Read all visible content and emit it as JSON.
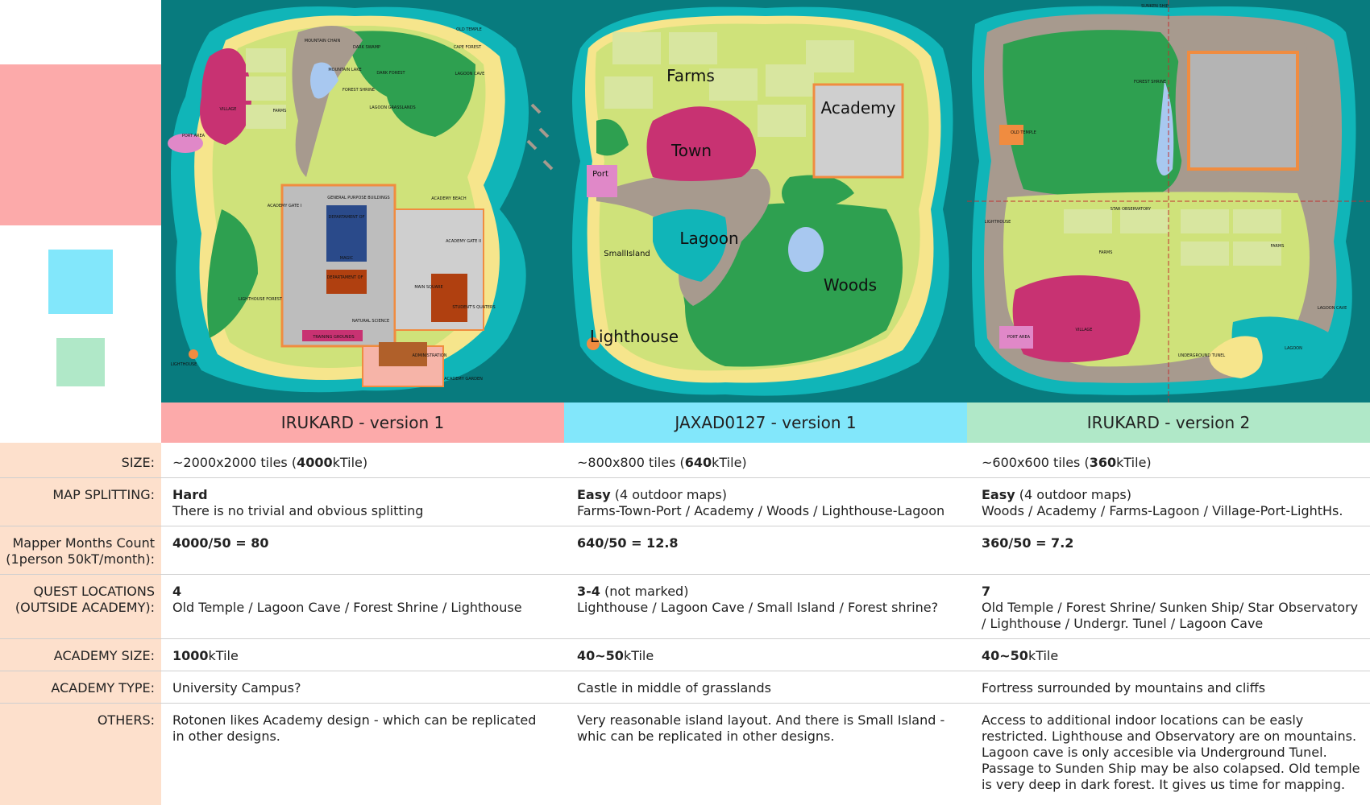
{
  "maps": {
    "map1": {
      "labels": {
        "mountain_chain": "MOUNTAIN CHAIN",
        "dark_swamp": "DARK SWAMP",
        "old_temple": "OLD TEMPLE",
        "cape_forest": "CAPE FOREST",
        "mountain_lake": "MOUNTAIN LAKE",
        "dark_forest": "DARK FOREST",
        "lagoon_cave": "LAGOON CAVE",
        "forest_shrine": "FOREST SHRINE",
        "village": "VILLAGE",
        "farms": "FARMS",
        "lagoon_grasslands": "LAGOON GRASSLANDS",
        "port_area": "PORT AREA",
        "general_purpose_buildings": "GENERAL PURPOSE BUILDINGS",
        "academy_beach": "ACADEMY BEACH",
        "academy_gate_i": "ACADEMY GATE I",
        "department_of_magic_top": "DEPARTAMENT OF",
        "academy_gate_ii": "ACADEMY GATE II",
        "magic": "MAGIC",
        "department_of": "DEPARTAMENT OF",
        "main_square": "MAIN SQUARE",
        "lighthouse_forest": "LIGHTHOUSE FOREST",
        "students_quaters": "STUDENT'S QUATERS",
        "natural_science": "NATURAL SCIENCE",
        "training_grounds": "TRAINING GROUNDS",
        "administration": "ADMINISTRATION",
        "lighthouse": "LIGHTHOUSE",
        "academy_garden": "ACADEMY GARDEN"
      }
    },
    "map2": {
      "labels": {
        "farms": "Farms",
        "academy": "Academy",
        "town": "Town",
        "port": "Port",
        "lagoon": "Lagoon",
        "small_island": "SmallIsland",
        "woods": "Woods",
        "lighthouse": "Lighthouse"
      }
    },
    "map3": {
      "labels": {
        "sunken_ship": "SUNKEN SHIP",
        "forest_shrine": "FOREST SHRINE",
        "old_temple": "OLD TEMPLE",
        "star_observatory": "STAR OBSERVATORY",
        "lighthouse": "LIGHTHOUSE",
        "farms_a": "FARMS",
        "farms_b": "FARMS",
        "village": "VILLAGE",
        "port_area": "PORT AREA",
        "lagoon_cave": "LAGOON CAVE",
        "underground_tunel": "UNDERGROUND TUNEL",
        "lagoon": "LAGOON"
      }
    }
  },
  "columns": [
    {
      "header": "IRUKARD - version 1",
      "color": "#fcaaaa"
    },
    {
      "header": "JAXAD0127 - version 1",
      "color": "#82e7fb"
    },
    {
      "header": "IRUKARD - version 2",
      "color": "#b0e8c8"
    }
  ],
  "rows": {
    "size": {
      "label": "SIZE:",
      "c1": {
        "pre": "~2000x2000 tiles (",
        "bold": "4000",
        "post": "kTile)"
      },
      "c2": {
        "pre": "~800x800 tiles (",
        "bold": "640",
        "post": "kTile)"
      },
      "c3": {
        "pre": "~600x600 tiles (",
        "bold": "360",
        "post": "kTile)"
      }
    },
    "map_splitting": {
      "label": "MAP SPLITTING:",
      "c1": {
        "bold": "Hard",
        "rest": "",
        "line2": "There is no trivial and obvious splitting"
      },
      "c2": {
        "bold": "Easy",
        "rest": " (4 outdoor maps)",
        "line2": "Farms-Town-Port / Academy / Woods / Lighthouse-Lagoon"
      },
      "c3": {
        "bold": "Easy",
        "rest": " (4 outdoor maps)",
        "line2": "Woods / Academy / Farms-Lagoon / Village-Port-LightHs."
      }
    },
    "mapper_months": {
      "label_line1": "Mapper Months Count",
      "label_line2": "(1person 50kT/month):",
      "c1": "4000/50 = 80",
      "c2": "640/50 = 12.8",
      "c3": "360/50 = 7.2"
    },
    "quest_locations": {
      "label_line1": "QUEST LOCATIONS",
      "label_line2": "(OUTSIDE  ACADEMY):",
      "c1": {
        "bold": "4",
        "rest": "",
        "detail": "Old Temple / Lagoon Cave / Forest Shrine / Lighthouse"
      },
      "c2": {
        "bold": "3-4",
        "rest": " (not marked)",
        "detail": "Lighthouse / Lagoon Cave / Small Island / Forest shrine?"
      },
      "c3": {
        "bold": "7",
        "rest": "",
        "detail": "Old Temple / Forest Shrine/ Sunken Ship/ Star Observatory / Lighthouse / Undergr. Tunel / Lagoon Cave"
      }
    },
    "academy_size": {
      "label": "ACADEMY SIZE:",
      "c1": {
        "bold": "1000",
        "post": "kTile"
      },
      "c2": {
        "bold": "40~50",
        "post": "kTile"
      },
      "c3": {
        "bold": "40~50",
        "post": "kTile"
      }
    },
    "academy_type": {
      "label": "ACADEMY TYPE:",
      "c1": "University Campus?",
      "c2": "Castle in middle of grasslands",
      "c3": "Fortress surrounded by mountains and cliffs"
    },
    "others": {
      "label": "OTHERS:",
      "c1": "Rotonen likes Academy design - which can be replicated in other designs.",
      "c2": "Very reasonable island layout. And there is Small Island - whic can be replicated in other designs.",
      "c3": "Access to additional indoor locations can be easly restricted. Lighthouse and Observatory are on mountains. Lagoon cave is only accesible via Underground Tunel. Passage to Sunden Ship may be also colapsed. Old temple is very deep in dark forest. It gives us time for mapping."
    }
  },
  "colors": {
    "sea": "#087b7e",
    "shallow": "#10b5b8",
    "sand": "#f6e58c",
    "grass": "#cfe27a",
    "forest": "#2ea050",
    "town": "#c83272",
    "mountain": "#a79a8e",
    "label_bg": "#fde0cc"
  }
}
